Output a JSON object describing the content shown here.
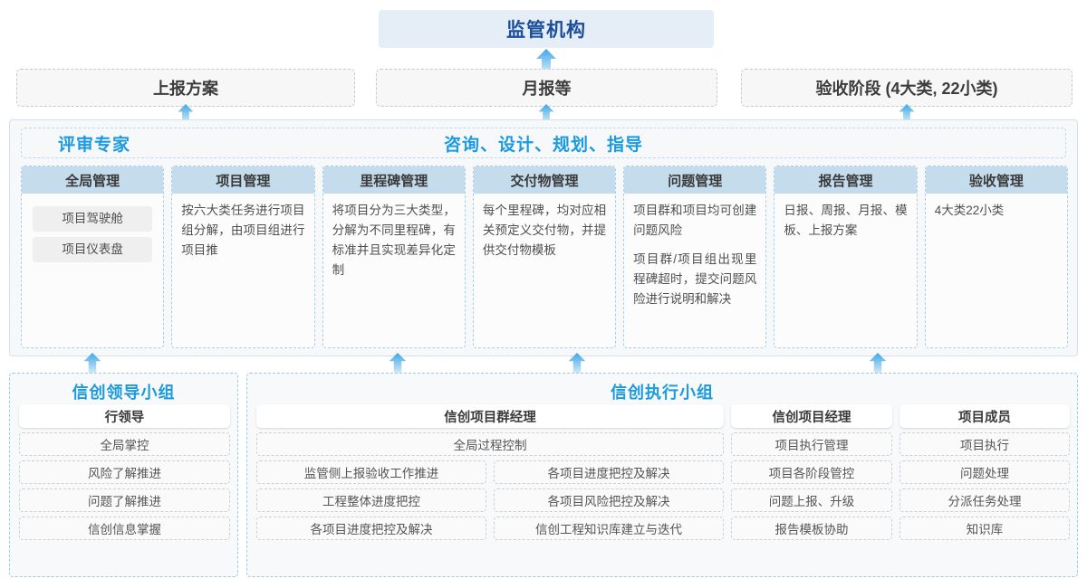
{
  "top": {
    "regulator": "监管机构",
    "reports": [
      {
        "label": "上报方案"
      },
      {
        "label": "月报等"
      },
      {
        "label": "验收阶段 (4大类, 22小类)"
      }
    ]
  },
  "middle": {
    "left_title": "评审专家",
    "center_title": "咨询、设计、规划、指导",
    "columns": [
      {
        "head": "全局管理",
        "pills": [
          "项目驾驶舱",
          "项目仪表盘"
        ],
        "paragraphs": []
      },
      {
        "head": "项目管理",
        "pills": [],
        "paragraphs": [
          "按六大类任务进行项目组分解，由项目组进行项目推"
        ]
      },
      {
        "head": "里程碑管理",
        "pills": [],
        "paragraphs": [
          "将项目分为三大类型，分解为不同里程碑，有标准并且实现差异化定制"
        ]
      },
      {
        "head": "交付物管理",
        "pills": [],
        "paragraphs": [
          "每个里程碑，均对应相关预定义交付物，并提供交付物模板"
        ]
      },
      {
        "head": "问题管理",
        "pills": [],
        "paragraphs": [
          "项目群和项目均可创建问题风险",
          "项目群/项目组出现里程碑超时，提交问题风险进行说明和解决"
        ]
      },
      {
        "head": "报告管理",
        "pills": [],
        "paragraphs": [
          "日报、周报、月报、模板、上报方案"
        ]
      },
      {
        "head": "验收管理",
        "pills": [],
        "paragraphs": [
          "4大类22小类"
        ]
      }
    ]
  },
  "bottom": {
    "leadership": {
      "title": "信创领导小组",
      "role": "行领导",
      "tasks": [
        "全局掌控",
        "风险了解推进",
        "问题了解推进",
        "信创信息掌握"
      ]
    },
    "execution": {
      "title": "信创执行小组",
      "program_manager": {
        "role": "信创项目群经理",
        "wide_task": "全局过程控制",
        "left_tasks": [
          "监管侧上报验收工作推进",
          "工程整体进度把控",
          "各项目进度把控及解决"
        ],
        "right_tasks": [
          "各项目进度把控及解决",
          "各项目风险把控及解决",
          "信创工程知识库建立与迭代"
        ]
      },
      "project_manager": {
        "role": "信创项目经理",
        "tasks": [
          "项目执行管理",
          "项目各阶段管控",
          "问题上报、升级",
          "报告模板协助"
        ]
      },
      "member": {
        "role": "项目成员",
        "tasks": [
          "项目执行",
          "问题处理",
          "分派任务处理",
          "知识库"
        ]
      }
    }
  },
  "colors": {
    "accent_blue": "#1b9ae0",
    "deep_blue": "#1b4f9c",
    "header_fill": "#c5dcec",
    "band_fill": "#f6f8fa",
    "arrow": "#56b2e8"
  },
  "arrows": {
    "icon": "arrow-up-icon",
    "count": 12
  }
}
